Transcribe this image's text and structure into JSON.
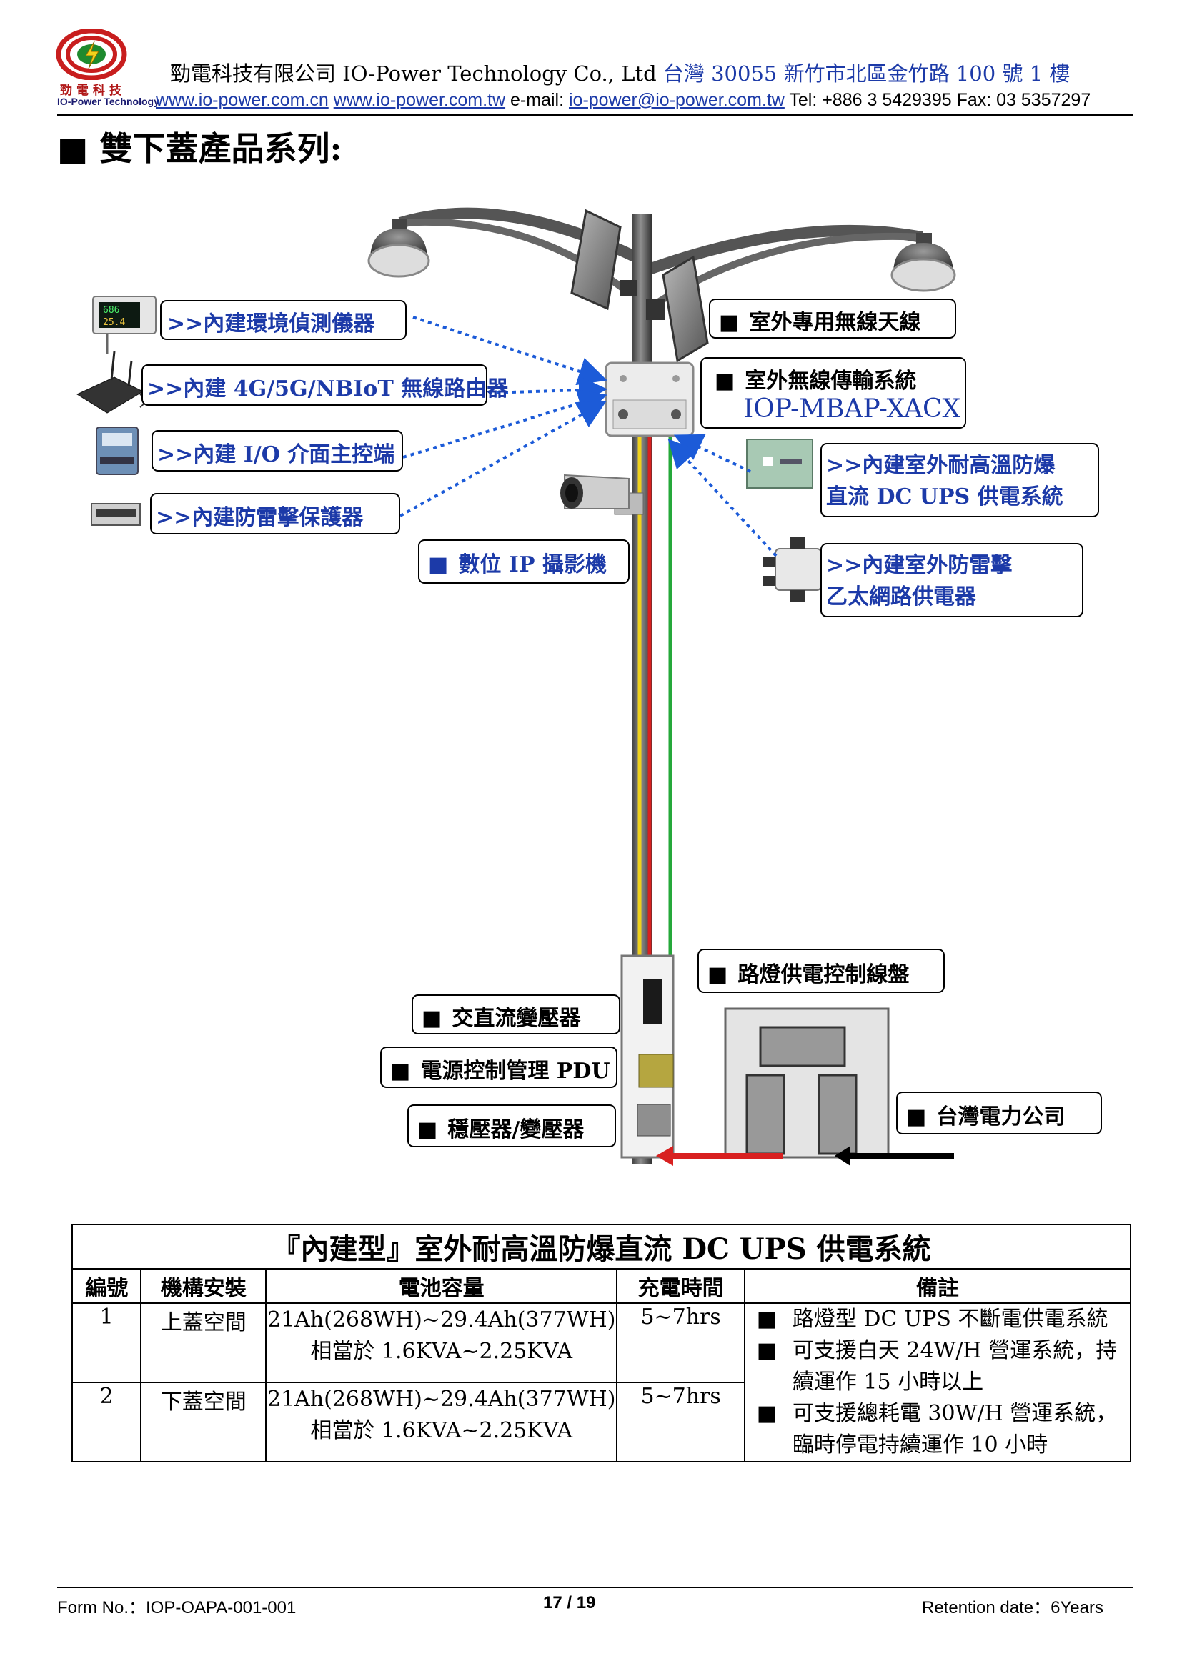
{
  "header": {
    "company_cn": "勁電科技有限公司",
    "company_en": "IO-Power Technology Co., Ltd",
    "address": "台灣 30055 新竹市北區金竹路 100 號 1 樓",
    "site_cn": "www.io-power.com.cn",
    "site_tw": "www.io-power.com.tw",
    "email_label": "e-mail:",
    "email": "io-power@io-power.com.tw",
    "phone": "Tel: +886 3 5429395 Fax: 03 5357297",
    "logo_cn": "勁電科技",
    "logo_en": "IO-Power Technology"
  },
  "section_title": "■ 雙下蓋產品系列:",
  "callouts": {
    "env_sensor": ">>內建環境偵測儀器",
    "router": ">>內建 4G/5G/NBIoT 無線路由器",
    "io": ">>內建 I/O 介面主控端",
    "surge": ">>內建防雷擊保護器",
    "ip_camera": "數位 IP 攝影機",
    "antenna": "室外專用無線天線",
    "wireless_system": "室外無線傳輸系統",
    "model": "IOP-MBAP-XACX",
    "ups_line1": ">>內建室外耐高溫防爆",
    "ups_line2": "直流 DC UPS 供電系統",
    "poe_line1": ">>內建室外防雷擊",
    "poe_line2": "乙太網路供電器",
    "control_panel": "路燈供電控制線盤",
    "ac_dc": "交直流變壓器",
    "pdu": "電源控制管理 PDU",
    "regulator": "穩壓器/變壓器",
    "taipower": "台灣電力公司"
  },
  "table": {
    "title": "『內建型』室外耐高溫防爆直流 DC UPS 供電系統",
    "headers": [
      "編號",
      "機構安裝",
      "電池容量",
      "充電時間",
      "備註"
    ],
    "rows": [
      {
        "no": "1",
        "install": "上蓋空間",
        "cap1": "21Ah(268WH)~29.4Ah(377WH)",
        "cap2": "相當於 1.6KVA~2.25KVA",
        "charge": "5~7hrs"
      },
      {
        "no": "2",
        "install": "下蓋空間",
        "cap1": "21Ah(268WH)~29.4Ah(377WH)",
        "cap2": "相當於 1.6KVA~2.25KVA",
        "charge": "5~7hrs"
      }
    ],
    "notes": [
      "路燈型 DC UPS 不斷電供電系統",
      "可支援白天 24W/H 營運系統，持續運作 15 小時以上",
      "可支援總耗電 30W/H 營運系統，臨時停電持續運作 10 小時"
    ]
  },
  "sensor_display": {
    "top": "686",
    "bottom": "25.4"
  },
  "footer": {
    "form_no": "Form No.：IOP-OAPA-001-001",
    "page": "17 / 19",
    "retention": "Retention date：6Years"
  }
}
